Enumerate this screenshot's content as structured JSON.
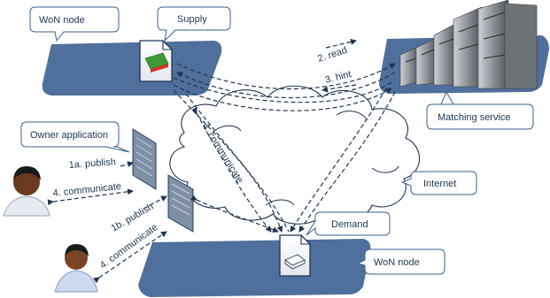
{
  "callouts": {
    "won_node_top": "WoN node",
    "supply": "Supply",
    "matching_service": "Matching service",
    "owner_application": "Owner application",
    "internet": "Internet",
    "demand": "Demand",
    "won_node_bottom": "WoN node"
  },
  "arrows": {
    "read": "2. read",
    "hint": "3. hint",
    "communicate_cloud": "4. communicate",
    "publish_1a": "1a. publish",
    "communicate_app": "4. communicate",
    "publish_1b": "1b. publish",
    "communicate_user": "4. communicate"
  },
  "colors": {
    "node_fill": "#4f6f9c",
    "callout_stroke": "#3a5f8f",
    "arrow": "#1f3550",
    "text": "#1f3550"
  }
}
